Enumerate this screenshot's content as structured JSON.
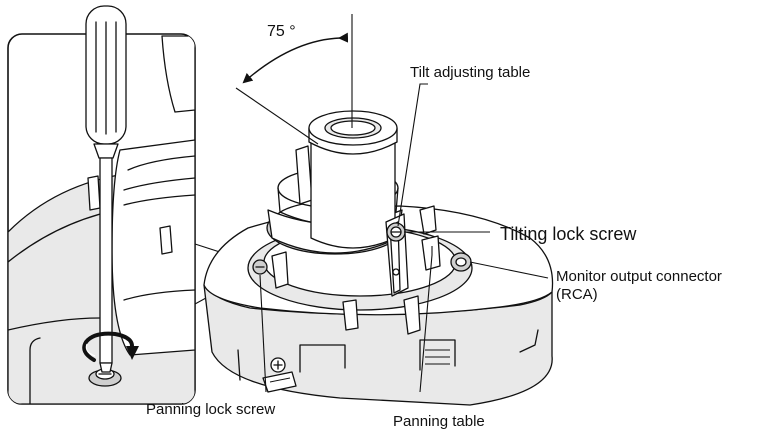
{
  "labels": {
    "angle": "75 °",
    "tilt_adjusting_table": "Tilt adjusting table",
    "tilting_lock_screw": "Tilting lock screw",
    "monitor_output_connector_line1": "Monitor output connector",
    "monitor_output_connector_line2": "(RCA)",
    "panning_lock_screw": "Panning lock screw",
    "panning_table": "Panning table"
  },
  "icons": {
    "screwdriver": "screwdriver-icon",
    "rotation_arrow": "rotation-arrow-icon"
  },
  "colors": {
    "line": "#111111",
    "background": "#ffffff"
  }
}
